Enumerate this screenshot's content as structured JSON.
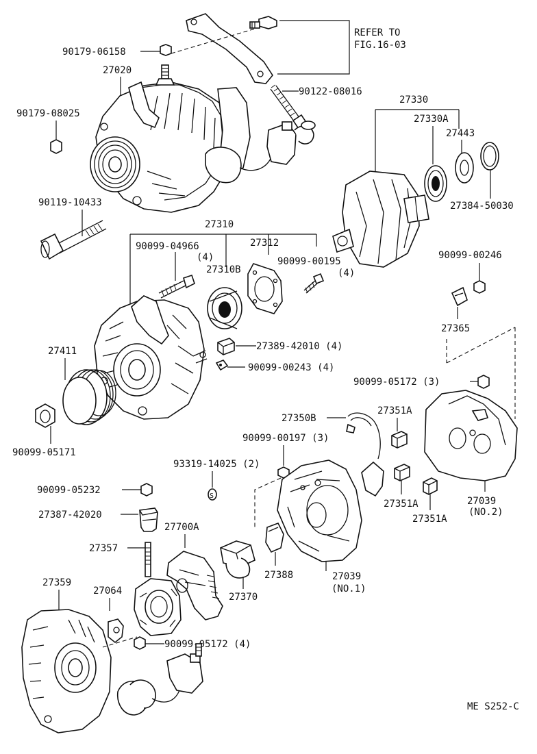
{
  "refer_note": {
    "line1": "REFER TO",
    "line2": "FIG.16-03"
  },
  "labels": {
    "p90179_06158": "90179-06158",
    "p27020": "27020",
    "p90122_08016": "90122-08016",
    "p27330": "27330",
    "p90179_08025": "90179-08025",
    "p27330A": "27330A",
    "p27443": "27443",
    "p27384_50030": "27384-50030",
    "p90119_10433": "90119-10433",
    "p27310": "27310",
    "p90099_04966": "90099-04966",
    "p90099_04966_qty": "(4)",
    "p27312": "27312",
    "p90099_00195": "90099-00195",
    "p90099_00195_qty": "(4)",
    "p90099_00246": "90099-00246",
    "p27310B": "27310B",
    "p27365": "27365",
    "p27389_42010": "27389-42010 (4)",
    "p27411": "27411",
    "p90099_00243": "90099-00243 (4)",
    "p90099_05172_3": "90099-05172 (3)",
    "p90099_05171": "90099-05171",
    "p27350B": "27350B",
    "p27351A_1": "27351A",
    "p90099_00197": "90099-00197 (3)",
    "p93319_14025": "93319-14025 (2)",
    "p90099_05232": "90099-05232",
    "p27387_42020": "27387-42020",
    "p27700A": "27700A",
    "p27351A_2": "27351A",
    "p27351A_3": "27351A",
    "p27039_2": "27039",
    "p27039_2_sub": "(NO.2)",
    "p27357": "27357",
    "p27388": "27388",
    "p27039_1": "27039",
    "p27039_1_sub": "(NO.1)",
    "p27359": "27359",
    "p27064": "27064",
    "p27370": "27370",
    "p90099_05172_4": "90099-05172 (4)",
    "s_mark": "S",
    "footer": "ME S252-C"
  }
}
